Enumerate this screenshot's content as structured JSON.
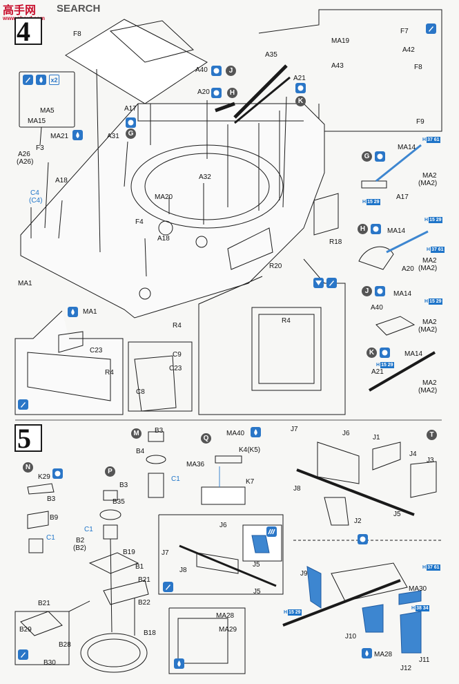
{
  "header": {
    "cn_mark": "高手网",
    "site": "www.shouf.com",
    "search": "SEARCH"
  },
  "steps": {
    "s4": "4",
    "s5": "5"
  },
  "sub": {
    "G": "G",
    "H": "H",
    "J": "J",
    "K": "K",
    "M": "M",
    "N": "N",
    "P": "P",
    "Q": "Q",
    "T": "T"
  },
  "misc": {
    "x2": "x2"
  },
  "icons": {
    "apply_glue": "glue-icon",
    "drop": "drop-icon",
    "cement": "cement-icon",
    "paint": "paint-icon",
    "brush": "brush-icon"
  },
  "colors": {
    "accent": "#1e74c8",
    "line": "#1a1a1a",
    "gray": "#888888",
    "blue_part": "#3d86d0"
  },
  "s4": {
    "F8": "F8",
    "A40": "A40",
    "A35": "A35",
    "A20": "A20",
    "A21": "A21",
    "A17": "A17",
    "A31": "A31",
    "MA5": "MA5",
    "MA15": "MA15",
    "MA21": "MA21",
    "A26": "A26",
    "A26b": "(A26)",
    "F3": "F3",
    "C4": "C4",
    "C4b": "(C4)",
    "A18": "A18",
    "A32": "A32",
    "MA20": "MA20",
    "F4": "F4",
    "A18b": "A18",
    "MA1": "MA1",
    "R18": "R18",
    "R20": "R20",
    "R4": "R4",
    "MA1b": "MA1",
    "C23": "C23",
    "R4b": "R4",
    "C9": "C9",
    "C23b": "C23",
    "C8": "C8",
    "R4c": "R4",
    "F7": "F7",
    "MA19": "MA19",
    "A42": "A42",
    "A43": "A43",
    "F8b": "F8",
    "F9": "F9",
    "MA14": "MA14",
    "MA2": "MA2",
    "MA2b": "(MA2)",
    "A17b": "A17",
    "MA14b": "MA14",
    "A20b": "A20",
    "MA2c": "MA2",
    "MA2d": "(MA2)",
    "A40b": "A40",
    "MA14c": "MA14",
    "MA2e": "MA2",
    "MA2f": "(MA2)",
    "MA14d": "MA14",
    "A21b": "A21",
    "MA2g": "MA2",
    "MA2h": "(MA2)",
    "H37_61": "H",
    "n37_61": "37 61",
    "H15_29": "H",
    "n15_29": "15 29",
    "H15_29b": "H",
    "n15_29b": "15 29",
    "H37_61b": "H",
    "n37_61b": "37 61",
    "H15_29c": "H",
    "n15_29c": "15 29",
    "H15_29d": "H",
    "n15_29d": "15 29"
  },
  "s5": {
    "B3": "B3",
    "B4": "B4",
    "C1": "C1",
    "MA40": "MA40",
    "K4": "K4(K5)",
    "MA36": "MA36",
    "K7": "K7",
    "J7": "J7",
    "J6": "J6",
    "J1": "J1",
    "J4": "J4",
    "J3": "J3",
    "J8": "J8",
    "J2": "J2",
    "J5": "J5",
    "K29": "K29",
    "B3b": "B3",
    "B9": "B9",
    "C1b": "C1",
    "B3c": "B3",
    "B35": "B35",
    "C1c": "C1",
    "B2": "B2",
    "B2b": "(B2)",
    "B19": "B19",
    "B1": "B1",
    "B21": "B21",
    "B22": "B22",
    "B18": "B18",
    "B21b": "B21",
    "B29": "B29",
    "B28": "B28",
    "B30": "B30",
    "J6b": "J6",
    "J7b": "J7",
    "J8b": "J8",
    "J5b": "J5",
    "J5c": "J5",
    "J9": "J9",
    "MA30": "MA30",
    "J10": "J10",
    "MA28": "MA28",
    "J11": "J11",
    "J12": "J12",
    "MA28b": "MA28",
    "MA29": "MA29",
    "H37_61": "H",
    "n37_61": "37 61",
    "H15_29": "H",
    "n15_29": "15 29",
    "H38_34": "H",
    "n38_34": "38 34"
  }
}
